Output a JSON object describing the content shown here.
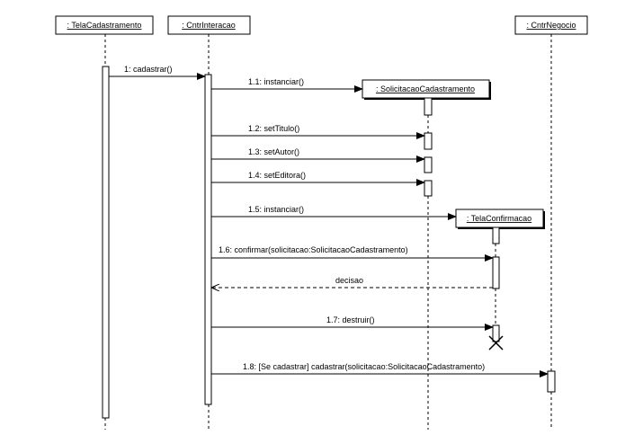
{
  "objects": [
    {
      "id": "tela_cadastramento",
      "label": ": TelaCadastramento"
    },
    {
      "id": "cntr_interacao",
      "label": ": CntrInteracao"
    },
    {
      "id": "cntr_negocio",
      "label": ": CntrNegocio"
    },
    {
      "id": "solicitacao_cadastramento",
      "label": ": SolicitacaoCadastramento"
    },
    {
      "id": "tela_confirmacao",
      "label": ": TelaConfirmacao"
    }
  ],
  "messages": [
    {
      "label": "1: cadastrar()"
    },
    {
      "label": "1.1: instanciar()"
    },
    {
      "label": "1.2: setTitulo()"
    },
    {
      "label": "1.3: setAutor()"
    },
    {
      "label": "1.4: setEditora()"
    },
    {
      "label": "1.5: instanciar()"
    },
    {
      "label": "1.6: confirmar(solicitacao:SolicitacaoCadastramento)"
    },
    {
      "label": "decisao"
    },
    {
      "label": "1.7: destruir()"
    },
    {
      "label": "1.8: [Se cadastrar] cadastrar(solicitacao:SolicitacaoCadastramento)"
    }
  ]
}
